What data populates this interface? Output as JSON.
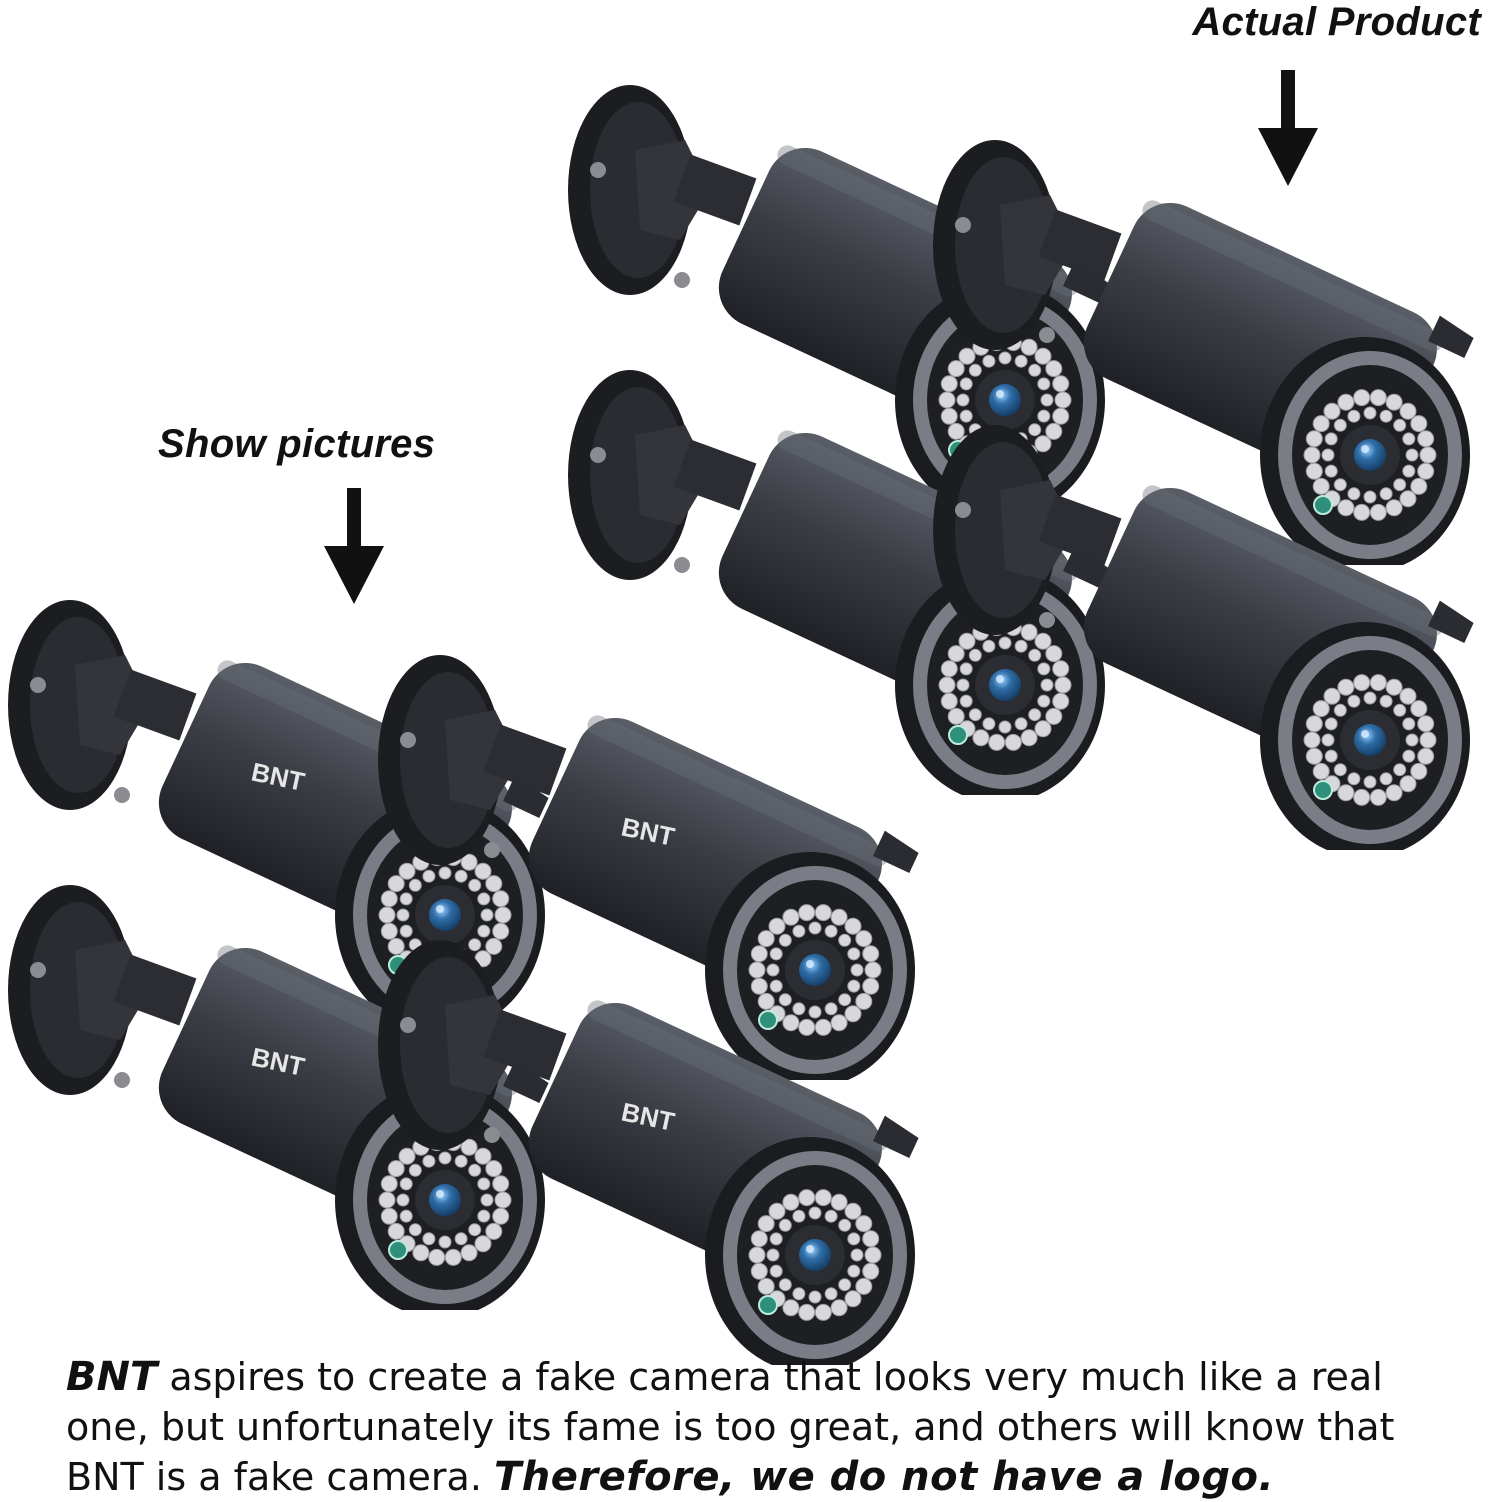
{
  "labels": {
    "actual_product": "Actual Product",
    "show_pictures": "Show pictures"
  },
  "caption": {
    "brand": "BNT",
    "line1_rest": " aspires to create a fake camera that looks very much like a real",
    "line2": "one, but unfortunately its fame is too great, and others will know that",
    "line3_start": "BNT is a fake camera. ",
    "emphasis": "Therefore, we do not have a logo."
  },
  "camera_logo": "BNT",
  "colors": {
    "background": "#ffffff",
    "text": "#111111",
    "camera_body": "#3a3d44",
    "lens": "#2f6ea8",
    "led_ring": "#d8d8dc"
  },
  "groups": [
    {
      "name": "actual-product",
      "camera_count": 4,
      "has_logo": false
    },
    {
      "name": "show-pictures",
      "camera_count": 4,
      "has_logo": true
    }
  ]
}
